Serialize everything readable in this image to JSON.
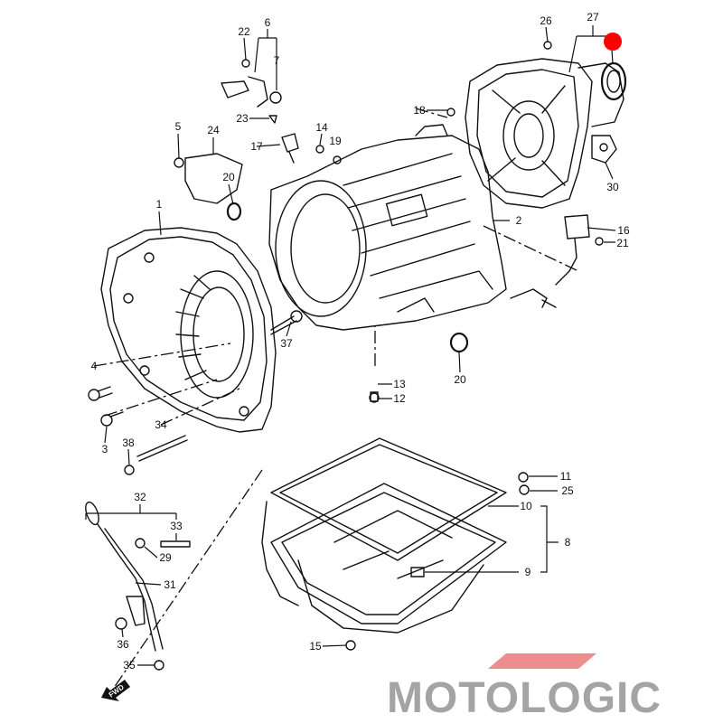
{
  "diagram": {
    "watermark": "MOTOLOGIC",
    "direction_marker": "FWD",
    "highlight_color": "#ff0000",
    "callouts": {
      "c1": "1",
      "c2": "2",
      "c3": "3",
      "c4": "4",
      "c5": "5",
      "c6": "6",
      "c7": "7",
      "c8": "8",
      "c9": "9",
      "c10": "10",
      "c11": "11",
      "c12": "12",
      "c13": "13",
      "c14": "14",
      "c15": "15",
      "c16": "16",
      "c17": "17",
      "c18": "18",
      "c19": "19",
      "c20a": "20",
      "c20b": "20",
      "c21": "21",
      "c22": "22",
      "c23": "23",
      "c24": "24",
      "c25": "25",
      "c26": "26",
      "c27": "27",
      "c29": "29",
      "c30": "30",
      "c31": "31",
      "c32": "32",
      "c33": "33",
      "c34": "34",
      "c35": "35",
      "c36": "36",
      "c37": "37",
      "c38": "38"
    }
  }
}
